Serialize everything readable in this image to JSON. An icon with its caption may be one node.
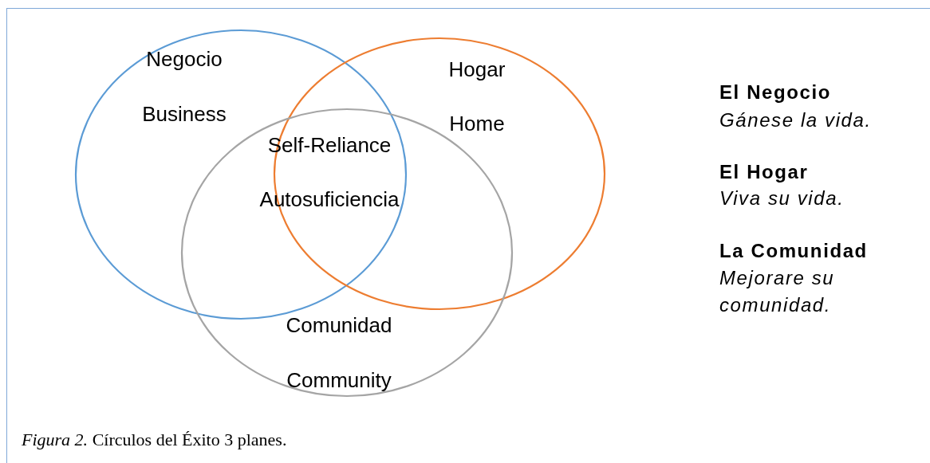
{
  "diagram": {
    "caption": "*Figura 2.* Círculos del Éxito 3 planes.",
    "nodes": [
      {
        "text": [
          "Negocio",
          "Business"
        ]
      },
      {
        "text": [
          "Hogar",
          "Home"
        ]
      },
      {
        "text": [
          "Comunidad",
          "Community"
        ]
      }
    ],
    "labels": [
      "Self-Reliance",
      "Autosuficiencia",
      "El Negocio",
      "Gánese la vida.",
      "El Hogar",
      "Viva su vida.",
      "La Comunidad",
      "Mejorare su comunidad."
    ]
  }
}
